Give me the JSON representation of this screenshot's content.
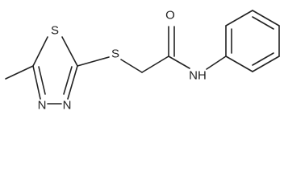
{
  "molecule": {
    "atom_labels": {
      "thiadiazole_sulfur": "S",
      "thioether_sulfur": "S",
      "carbonyl_oxygen": "O",
      "amide_nitrogen": "NH",
      "ring_nitrogen_left": "N",
      "ring_nitrogen_right": "N"
    }
  }
}
